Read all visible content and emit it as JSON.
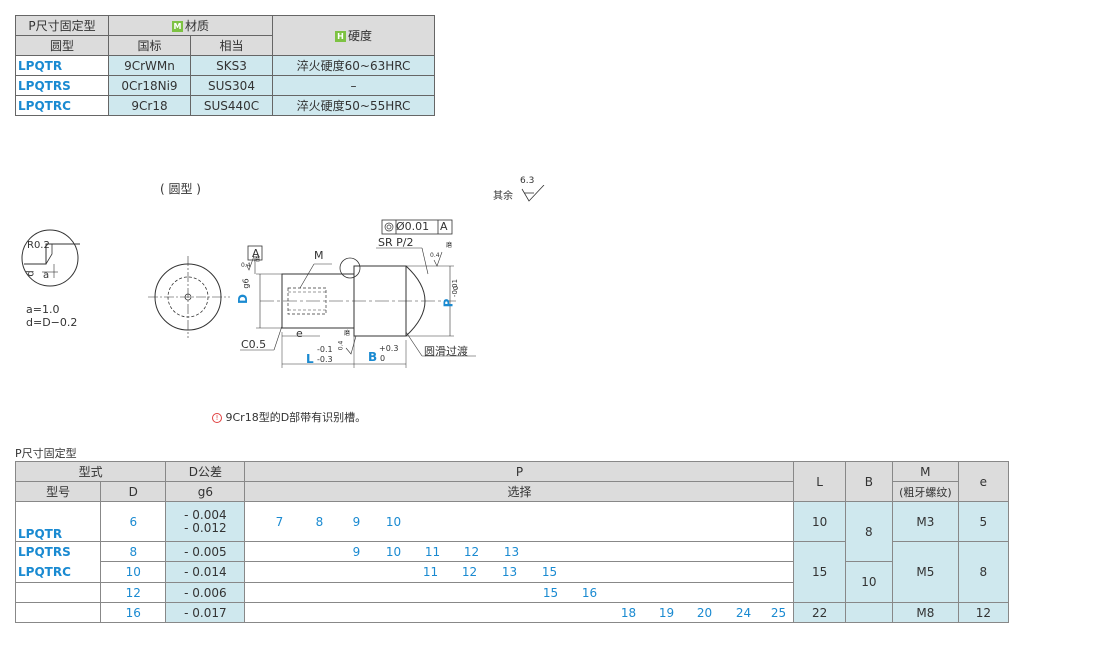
{
  "material_table": {
    "h_type": "P尺寸固定型",
    "h_material": "材质",
    "h_hardness": "硬度",
    "h_round": "圆型",
    "h_gb": "国标",
    "h_equiv": "相当",
    "badge_m": "M",
    "badge_h": "H",
    "rows": [
      {
        "code": "LPQTR",
        "gb": "9CrWMn",
        "equiv": "SKS3",
        "hard": "淬火硬度60~63HRC"
      },
      {
        "code": "LPQTRS",
        "gb": "0Cr18Ni9",
        "equiv": "SUS304",
        "hard": "–"
      },
      {
        "code": "LPQTRC",
        "gb": "9Cr18",
        "equiv": "SUS440C",
        "hard": "淬火硬度50~55HRC"
      }
    ]
  },
  "drawing": {
    "round_title": "( 圆型 )",
    "rest_label": "其余",
    "rest_value": "6.3",
    "r_label": "R0.2",
    "d_small": "d",
    "a_small": "a",
    "a_note": "a=1.0",
    "d_note": "d=D−0.2",
    "datum_a": "A",
    "tol_val": "Ø0.01",
    "tol_ref": "A",
    "sr_label": "SR P/2",
    "m_label": "M",
    "d_label": "D",
    "d_sub": "g6",
    "p_label": "P",
    "p_tol_up": "0",
    "p_tol_dn": "-0.01",
    "e_label": "e",
    "c_label": "C0.5",
    "l_label": "L",
    "l_tol_up": "-0.1",
    "l_tol_dn": "-0.3",
    "b_label": "B",
    "b_tol_up": "+0.3",
    "b_tol_dn": "0",
    "smooth_label": "圆滑过渡",
    "rough_04": "0.4",
    "grind": "磨",
    "note": "9Cr18型的D部带有识别槽。"
  },
  "main_table": {
    "caption": "P尺寸固定型",
    "h_model": "型式",
    "h_dtol": "D公差",
    "h_p": "P",
    "h_l": "L",
    "h_b": "B",
    "h_m": "M",
    "h_e": "e",
    "h_type": "型号",
    "h_d": "D",
    "h_g6": "g6",
    "h_select": "选择",
    "h_m_sub": "(粗牙螺纹)",
    "codes": [
      "LPQTR",
      "LPQTRS",
      "LPQTRC"
    ],
    "rows": [
      {
        "d": "6",
        "p": [
          "7",
          "8",
          "9",
          "10"
        ]
      },
      {
        "d": "8",
        "p": [
          "9",
          "10",
          "11",
          "12",
          "13"
        ]
      },
      {
        "d": "10",
        "p": [
          "11",
          "12",
          "13",
          "15"
        ]
      },
      {
        "d": "12",
        "p": [
          "15",
          "16"
        ]
      },
      {
        "d": "16",
        "p": [
          "18",
          "19",
          "20",
          "24",
          "25"
        ]
      }
    ],
    "tol1a": "- 0.004",
    "tol1b": "- 0.012",
    "tol2a": "- 0.005",
    "tol2b": "- 0.014",
    "tol3a": "- 0.006",
    "tol3b": "- 0.017",
    "l_vals": [
      "10",
      "15",
      "22"
    ],
    "b_vals": [
      "8",
      "10"
    ],
    "m_vals": [
      "M3",
      "M5",
      "M8"
    ],
    "e_vals": [
      "5",
      "8",
      "12"
    ]
  }
}
